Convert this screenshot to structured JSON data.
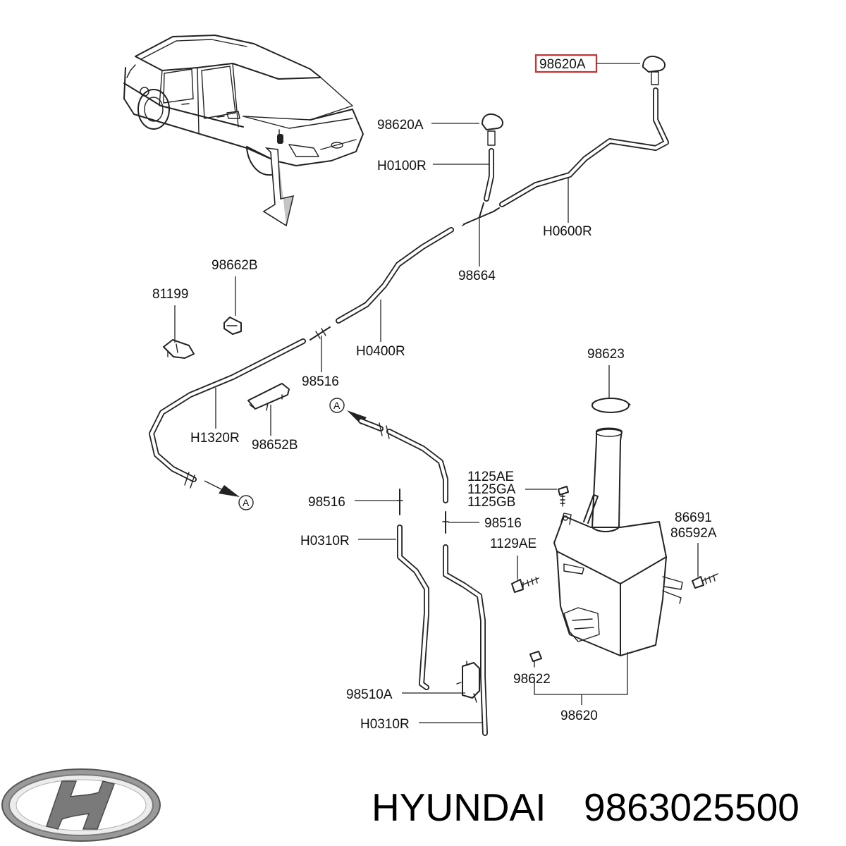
{
  "callouts": {
    "nozzle_right": "98620A",
    "nozzle_left": "98620A",
    "hose_h0100r": "H0100R",
    "hose_h0600r": "H0600R",
    "connector_98664": "98664",
    "clip_98662b": "98662B",
    "clip_81199": "81199",
    "hose_h0400r": "H0400R",
    "joint_98516_upper": "98516",
    "hose_h1320r": "H1320R",
    "clip_98652b": "98652B",
    "cap_98623": "98623",
    "bolt_1125ae": "1125AE",
    "bolt_1125ga": "1125GA",
    "bolt_1125gb": "1125GB",
    "joint_98516_left": "98516",
    "joint_98516_right": "98516",
    "hose_h0310r_upper": "H0310R",
    "bolt_1129ae": "1129AE",
    "bolt_86691": "86691",
    "bolt_86592a": "86592A",
    "grommet_98622": "98622",
    "pump_98510a": "98510A",
    "hose_h0310r_lower": "H0310R",
    "reservoir_98620": "98620"
  },
  "connector_marks": {
    "a_upper": "A",
    "a_lower": "A"
  },
  "highlight_color": "#d32f2f",
  "logo": "hyundai-logo",
  "brand_line": {
    "brand": "HYUNDAI",
    "part_number": "9863025500"
  }
}
